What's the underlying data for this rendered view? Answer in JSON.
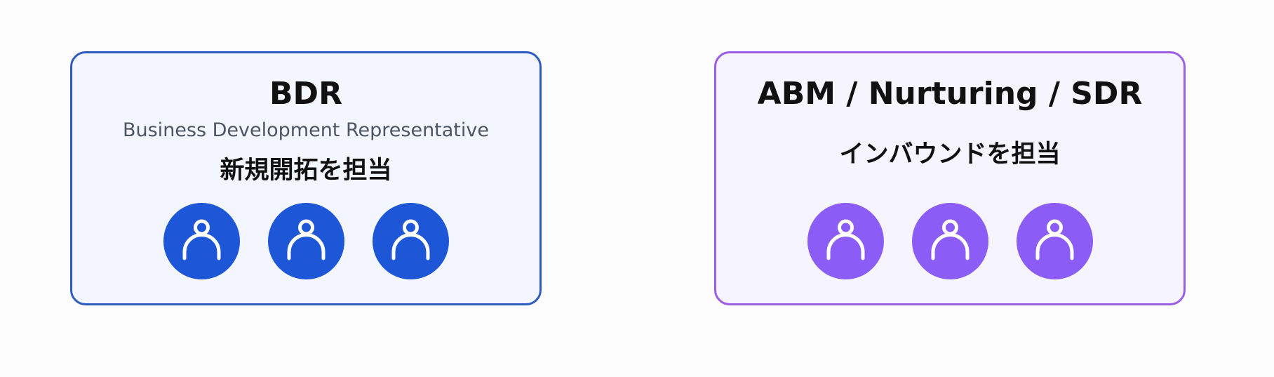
{
  "cards": [
    {
      "id": "bdr",
      "title": "BDR",
      "subtitle": "Business Development Representative",
      "role": "新規開拓を担当",
      "accent": "#2e5bbf",
      "accent_fill": "#1d56d6",
      "background": "#f4f6ff",
      "avatar_icon": "person-icon",
      "avatar_count": 3
    },
    {
      "id": "abm",
      "title": "ABM / Nurturing / SDR",
      "subtitle": "",
      "role": "インバウンドを担当",
      "accent": "#9b5de5",
      "accent_fill": "#8b5cf6",
      "background": "#f6f4ff",
      "avatar_icon": "person-icon",
      "avatar_count": 3
    }
  ]
}
